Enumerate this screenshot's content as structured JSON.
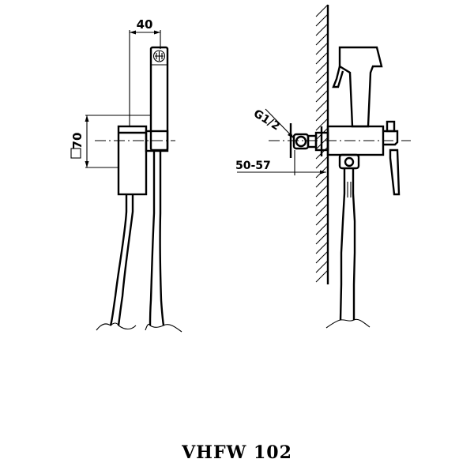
{
  "dimensions": {
    "width_label": "40",
    "height_label": "70",
    "thread_label": "G1/2",
    "wall_depth_label": "50-57"
  },
  "model": "VHFW  102"
}
